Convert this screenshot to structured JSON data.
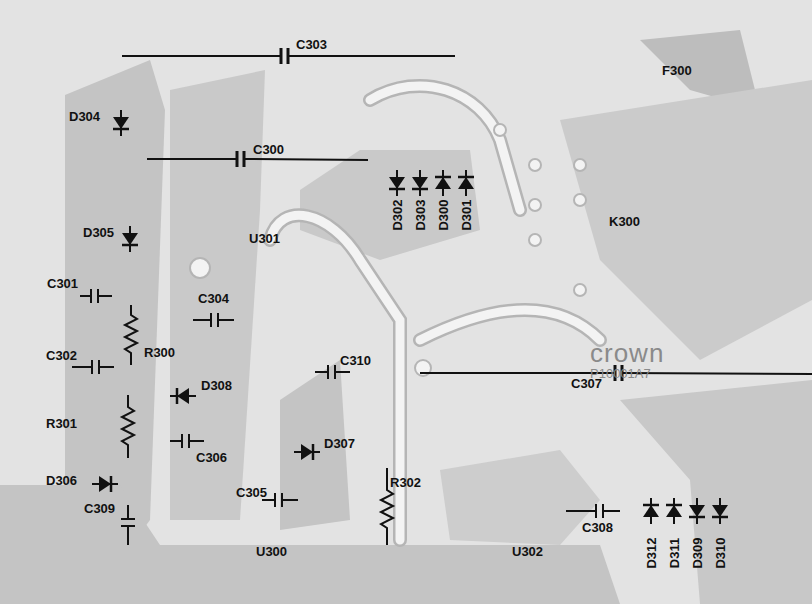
{
  "diagram": {
    "labels": [
      "C303",
      "F300",
      "D304",
      "C300",
      "D302",
      "D303",
      "D300",
      "D301",
      "K300",
      "D305",
      "U301",
      "C301",
      "C304",
      "R300",
      "C302",
      "C310",
      "D308",
      "crown",
      "P10001A7",
      "C307",
      "R301",
      "C306",
      "D307",
      "R302",
      "D306",
      "C305",
      "C309",
      "U300",
      "U302",
      "C308",
      "D312",
      "D311",
      "D309",
      "D310"
    ]
  }
}
